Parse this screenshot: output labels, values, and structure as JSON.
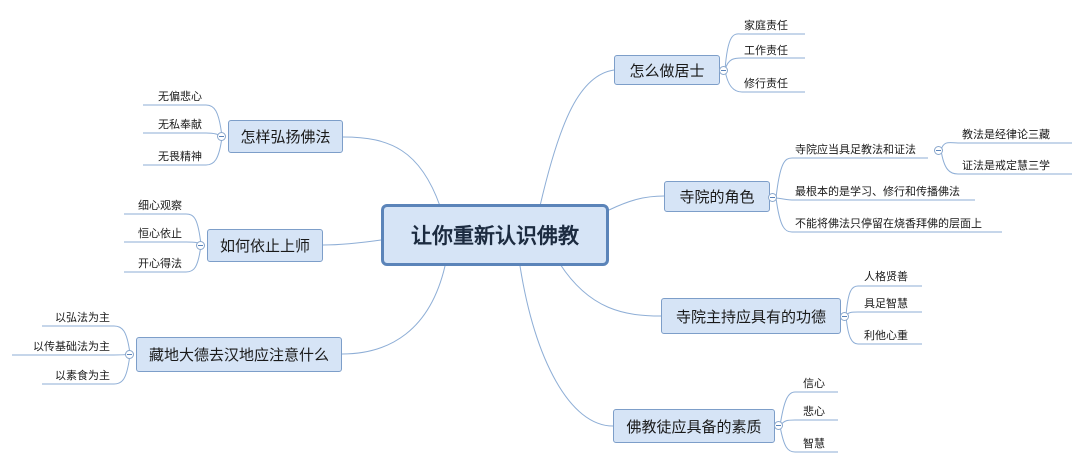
{
  "center": {
    "label": "让你重新认识佛教"
  },
  "branches": {
    "jushi": {
      "label": "怎么做居士",
      "children": [
        "家庭责任",
        "工作责任",
        "修行责任"
      ]
    },
    "siyuan": {
      "label": "寺院的角色",
      "children": [
        "寺院应当具足教法和证法",
        "最根本的是学习、修行和传播佛法",
        "不能将佛法只停留在烧香拜佛的层面上"
      ],
      "sub": [
        "教法是经律论三藏",
        "证法是戒定慧三学"
      ]
    },
    "zhuchi": {
      "label": "寺院主持应具有的功德",
      "children": [
        "人格贤善",
        "具足智慧",
        "利他心重"
      ]
    },
    "suzhi": {
      "label": "佛教徒应具备的素质",
      "children": [
        "信心",
        "悲心",
        "智慧"
      ]
    },
    "hongyang": {
      "label": "怎样弘扬佛法",
      "children": [
        "无偏悲心",
        "无私奉献",
        "无畏精神"
      ]
    },
    "yizhi": {
      "label": "如何依止上师",
      "children": [
        "细心观察",
        "恒心依止",
        "开心得法"
      ]
    },
    "zangdi": {
      "label": "藏地大德去汉地应注意什么",
      "children": [
        "以弘法为主",
        "以传基础法为主",
        "以素食为主"
      ]
    }
  },
  "colors": {
    "line": "#8eaed6",
    "node_fill": "#d6e4f6",
    "node_border": "#7d9ec9",
    "center_border": "#5b84b9"
  }
}
